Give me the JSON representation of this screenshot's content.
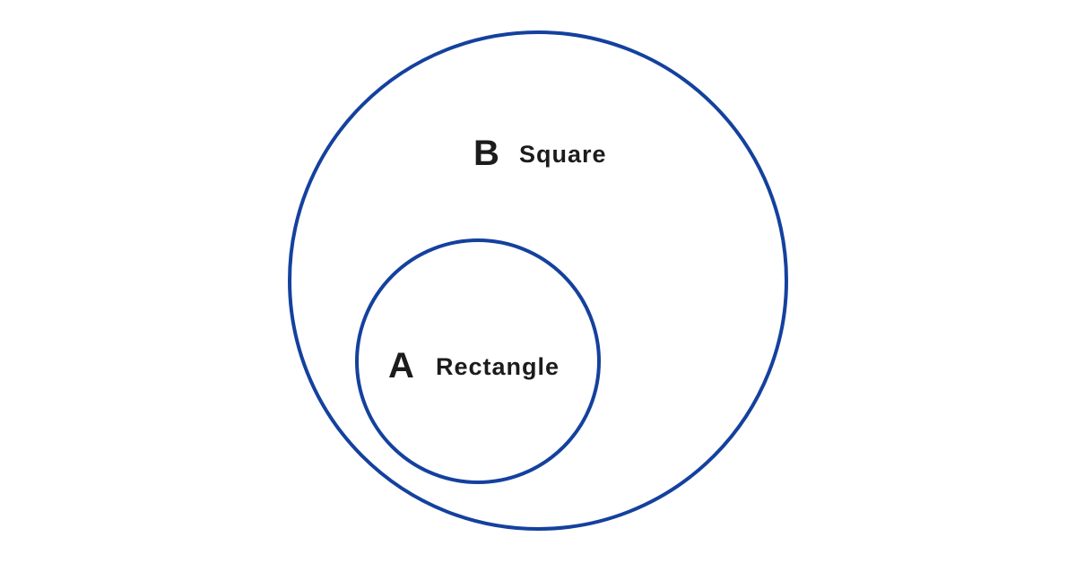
{
  "diagram": {
    "type": "euler-venn",
    "background_color": "#ffffff",
    "colors": {
      "circle_stroke": "#14419e",
      "label_text": "#1c1c1c"
    },
    "sets": [
      {
        "id": "B",
        "label": "Square",
        "contains": "A"
      },
      {
        "id": "A",
        "label": "Rectangle",
        "inside_of": "B"
      }
    ]
  }
}
